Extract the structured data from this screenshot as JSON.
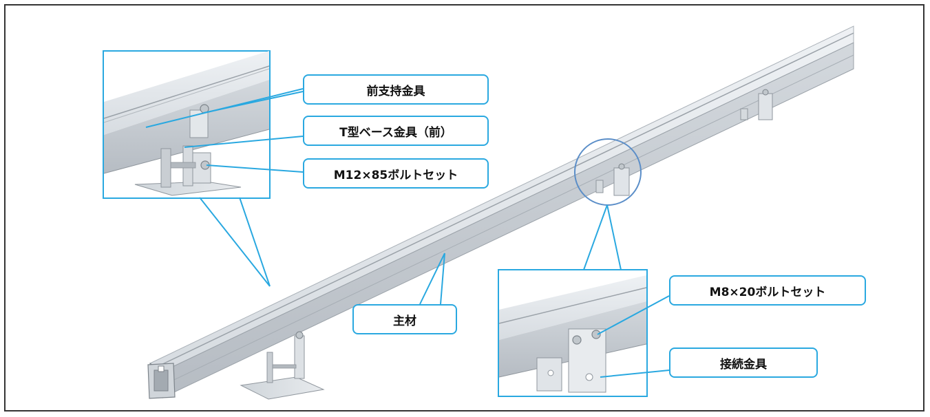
{
  "labels": {
    "front_support": "前支持金具",
    "t_base_front": "T型ベース金具（前）",
    "bolt_m12": "M12×85ボルトセット",
    "main_member": "主材",
    "bolt_m8": "M8×20ボルトセット",
    "joint_bracket": "接続金具"
  },
  "colors": {
    "callout_border": "#29a8e0",
    "frame_border": "#333333",
    "metal_light": "#e2e6ea",
    "metal_mid": "#c5cbd1",
    "metal_dark": "#9aa1a8"
  }
}
